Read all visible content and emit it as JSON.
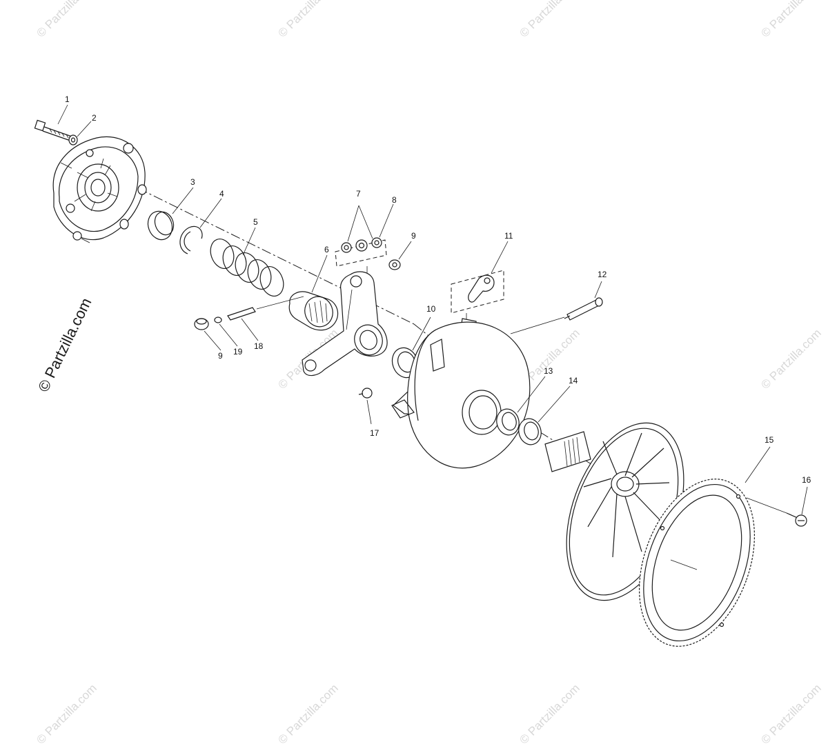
{
  "watermark": {
    "text": "© Partzilla.com",
    "main_text": "© Partzilla.com"
  },
  "callouts": {
    "c1": "1",
    "c2": "2",
    "c3": "3",
    "c4": "4",
    "c5": "5",
    "c6": "6",
    "c7": "7",
    "c8": "8",
    "c9a": "9",
    "c9b": "9",
    "c10": "10",
    "c11": "11",
    "c12": "12",
    "c13": "13",
    "c14": "14",
    "c15": "15",
    "c16": "16",
    "c17": "17",
    "c18": "18",
    "c19": "19"
  }
}
